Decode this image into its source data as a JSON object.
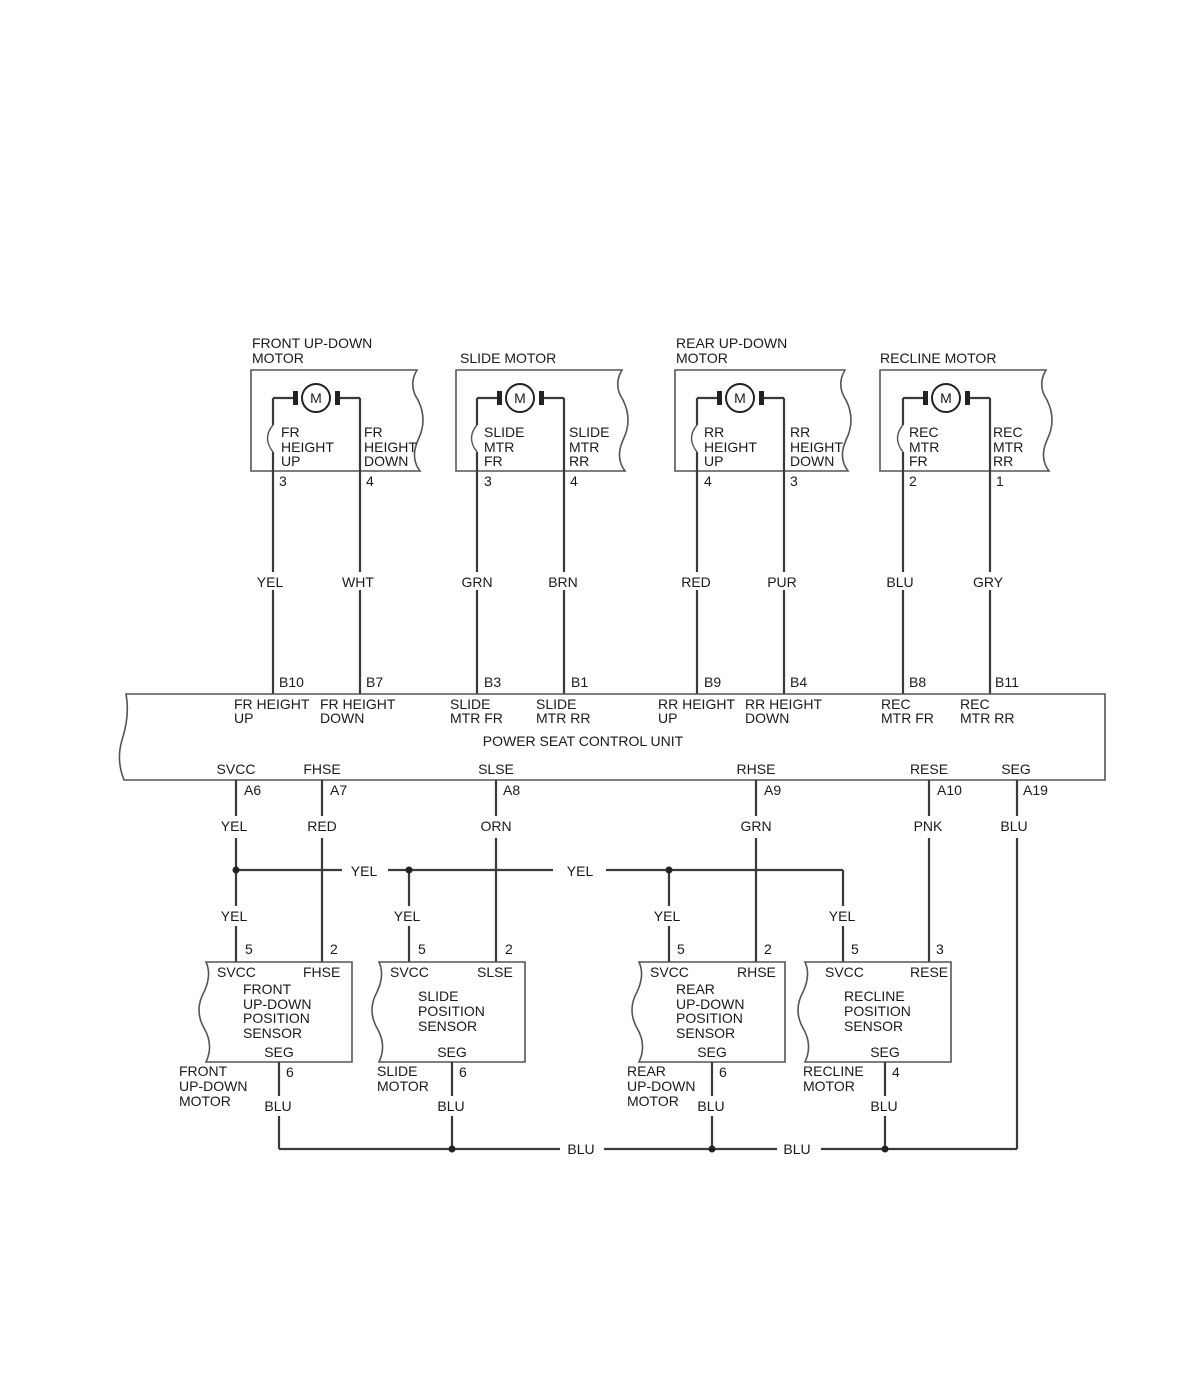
{
  "motors": [
    {
      "title": [
        "FRONT UP-DOWN",
        "MOTOR"
      ],
      "m": "M",
      "left_label": [
        "FR",
        "HEIGHT",
        "UP"
      ],
      "right_label": [
        "FR",
        "HEIGHT",
        "DOWN"
      ],
      "left_pin": "3",
      "right_pin": "4"
    },
    {
      "title": [
        "SLIDE MOTOR"
      ],
      "m": "M",
      "left_label": [
        "SLIDE",
        "MTR",
        "FR"
      ],
      "right_label": [
        "SLIDE",
        "MTR",
        "RR"
      ],
      "left_pin": "3",
      "right_pin": "4"
    },
    {
      "title": [
        "REAR UP-DOWN",
        "MOTOR"
      ],
      "m": "M",
      "left_label": [
        "RR",
        "HEIGHT",
        "UP"
      ],
      "right_label": [
        "RR",
        "HEIGHT",
        "DOWN"
      ],
      "left_pin": "4",
      "right_pin": "3"
    },
    {
      "title": [
        "RECLINE MOTOR"
      ],
      "m": "M",
      "left_label": [
        "REC",
        "MTR",
        "FR"
      ],
      "right_label": [
        "REC",
        "MTR",
        "RR"
      ],
      "left_pin": "2",
      "right_pin": "1"
    }
  ],
  "upper_wires": [
    {
      "color": "YEL",
      "ecu_pin": "B10",
      "ecu_label": [
        "FR HEIGHT",
        "UP"
      ]
    },
    {
      "color": "WHT",
      "ecu_pin": "B7",
      "ecu_label": [
        "FR HEIGHT",
        "DOWN"
      ]
    },
    {
      "color": "GRN",
      "ecu_pin": "B3",
      "ecu_label": [
        "SLIDE",
        "MTR FR"
      ]
    },
    {
      "color": "BRN",
      "ecu_pin": "B1",
      "ecu_label": [
        "SLIDE",
        "MTR RR"
      ]
    },
    {
      "color": "RED",
      "ecu_pin": "B9",
      "ecu_label": [
        "RR HEIGHT",
        "UP"
      ]
    },
    {
      "color": "PUR",
      "ecu_pin": "B4",
      "ecu_label": [
        "RR HEIGHT",
        "DOWN"
      ]
    },
    {
      "color": "BLU",
      "ecu_pin": "B8",
      "ecu_label": [
        "REC",
        "MTR FR"
      ]
    },
    {
      "color": "GRY",
      "ecu_pin": "B11",
      "ecu_label": [
        "REC",
        "MTR RR"
      ]
    }
  ],
  "ecu": {
    "name": "POWER SEAT CONTROL UNIT",
    "bottom_pins": [
      {
        "label": "SVCC",
        "pin": "A6",
        "color": "YEL"
      },
      {
        "label": "FHSE",
        "pin": "A7",
        "color": "RED"
      },
      {
        "label": "SLSE",
        "pin": "A8",
        "color": "ORN"
      },
      {
        "label": "RHSE",
        "pin": "A9",
        "color": "GRN"
      },
      {
        "label": "RESE",
        "pin": "A10",
        "color": "PNK"
      },
      {
        "label": "SEG",
        "pin": "A19",
        "color": "BLU"
      }
    ]
  },
  "yel_bus_labels": [
    "YEL",
    "YEL"
  ],
  "sensors": [
    {
      "svcc_color": "YEL",
      "svcc_pin": "5",
      "sig_pin": "2",
      "svcc_label": "SVCC",
      "sig_label": "FHSE",
      "name": [
        "FRONT",
        "UP-DOWN",
        "POSITION",
        "SENSOR"
      ],
      "seg_label": "SEG",
      "seg_pin": "6",
      "seg_color": "BLU",
      "parent": [
        "FRONT",
        "UP-DOWN",
        "MOTOR"
      ]
    },
    {
      "svcc_color": "YEL",
      "svcc_pin": "5",
      "sig_pin": "2",
      "svcc_label": "SVCC",
      "sig_label": "SLSE",
      "name": [
        "SLIDE",
        "POSITION",
        "SENSOR"
      ],
      "seg_label": "SEG",
      "seg_pin": "6",
      "seg_color": "BLU",
      "parent": [
        "SLIDE",
        "MOTOR"
      ]
    },
    {
      "svcc_color": "YEL",
      "svcc_pin": "5",
      "sig_pin": "2",
      "svcc_label": "SVCC",
      "sig_label": "RHSE",
      "name": [
        "REAR",
        "UP-DOWN",
        "POSITION",
        "SENSOR"
      ],
      "seg_label": "SEG",
      "seg_pin": "6",
      "seg_color": "BLU",
      "parent": [
        "REAR",
        "UP-DOWN",
        "MOTOR"
      ]
    },
    {
      "svcc_color": "YEL",
      "svcc_pin": "5",
      "sig_pin": "3",
      "svcc_label": "SVCC",
      "sig_label": "RESE",
      "name": [
        "RECLINE",
        "POSITION",
        "SENSOR"
      ],
      "seg_label": "SEG",
      "seg_pin": "4",
      "seg_color": "BLU",
      "parent": [
        "RECLINE",
        "MOTOR"
      ]
    }
  ],
  "ground_bus_labels": [
    "BLU",
    "BLU"
  ]
}
